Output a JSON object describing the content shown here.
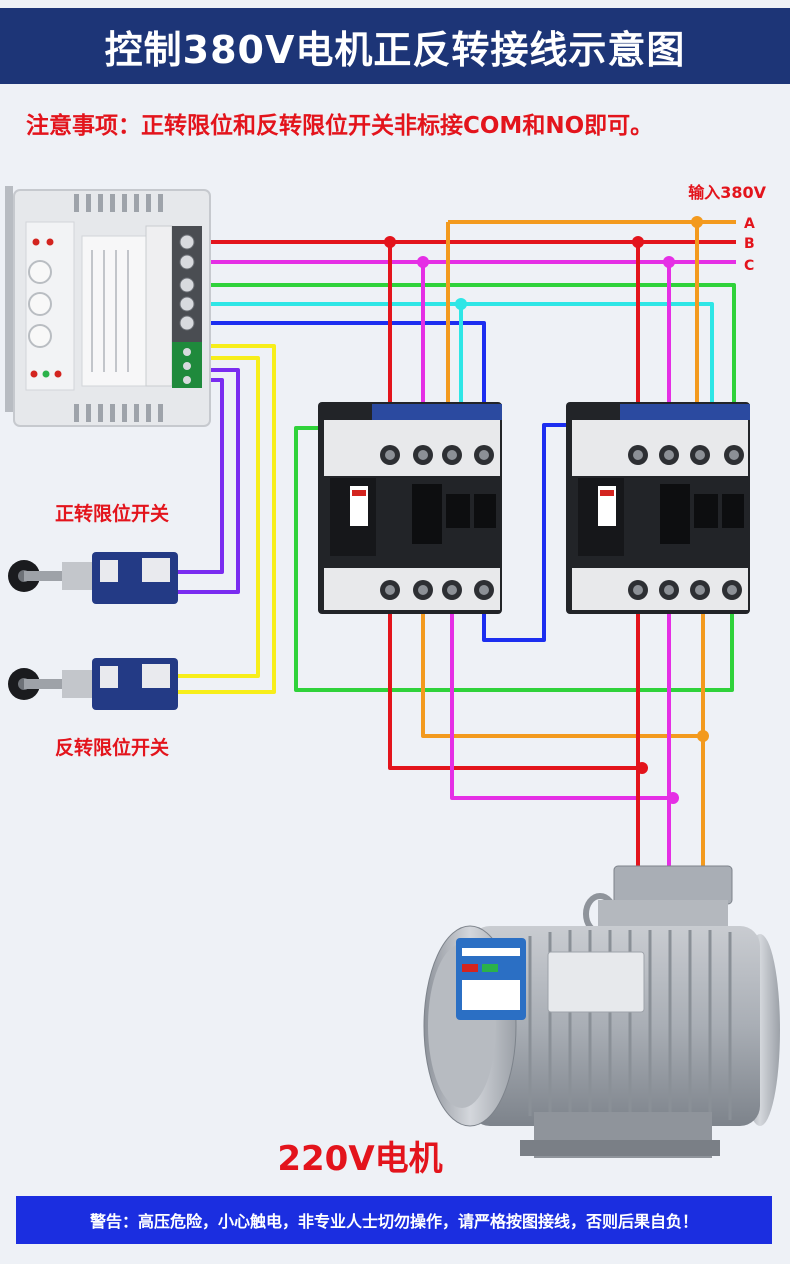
{
  "header": {
    "title": "控制380V电机正反转接线示意图"
  },
  "notice": {
    "text": "注意事项：正转限位和反转限位开关非标接COM和NO即可。"
  },
  "input_label": "输入380V",
  "phases": [
    "A",
    "B",
    "C"
  ],
  "labels": {
    "forward_limit": "正转限位开关",
    "reverse_limit": "反转限位开关",
    "motor": "220V电机"
  },
  "warning": {
    "text": "警告：高压危险，小心触电，非专业人士切勿操作，请严格按图接线，否则后果自负！"
  },
  "colors": {
    "header_bg": "#1d3577",
    "red": "#e3141c",
    "orange": "#f39a1e",
    "magenta": "#e52fe5",
    "green": "#2fd23a",
    "cyan": "#2ee6e6",
    "blue": "#1c2ef0",
    "yellow": "#f7ee1a",
    "purple": "#7a2cf0",
    "warning_bg": "#1b2ee0"
  },
  "icons": [
    "wireless-controller-icon",
    "contactor-icon",
    "limit-switch-icon",
    "motor-icon"
  ]
}
